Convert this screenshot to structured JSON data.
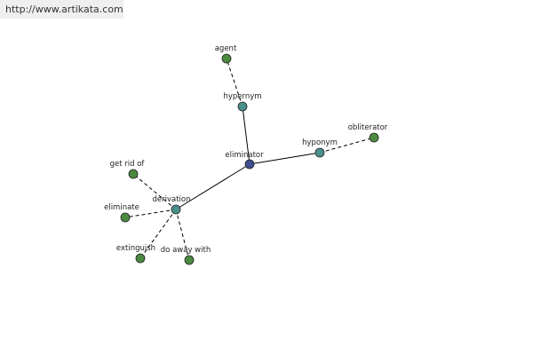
{
  "site_url": "http://www.artikata.com",
  "colors": {
    "center": "#3f4f8f",
    "relation": "#4a8f8a",
    "leaf": "#4b8a3f"
  },
  "nodes": [
    {
      "id": "eliminator",
      "label": "eliminator",
      "kind": "center"
    },
    {
      "id": "hypernym",
      "label": "hypernym",
      "kind": "relation"
    },
    {
      "id": "agent",
      "label": "agent",
      "kind": "leaf"
    },
    {
      "id": "hyponym",
      "label": "hyponym",
      "kind": "relation"
    },
    {
      "id": "obliterator",
      "label": "obliterator",
      "kind": "leaf"
    },
    {
      "id": "derivation",
      "label": "derivation",
      "kind": "relation"
    },
    {
      "id": "get-rid-of",
      "label": "get rid of",
      "kind": "leaf"
    },
    {
      "id": "eliminate",
      "label": "eliminate",
      "kind": "leaf"
    },
    {
      "id": "extinguish",
      "label": "extinguish",
      "kind": "leaf"
    },
    {
      "id": "do-away-with",
      "label": "do away with",
      "kind": "leaf"
    }
  ],
  "edges": [
    {
      "from": "eliminator",
      "to": "hypernym",
      "style": "solid"
    },
    {
      "from": "eliminator",
      "to": "hyponym",
      "style": "solid"
    },
    {
      "from": "eliminator",
      "to": "derivation",
      "style": "solid"
    },
    {
      "from": "hypernym",
      "to": "agent",
      "style": "dashed"
    },
    {
      "from": "hyponym",
      "to": "obliterator",
      "style": "dashed"
    },
    {
      "from": "derivation",
      "to": "get-rid-of",
      "style": "dashed"
    },
    {
      "from": "derivation",
      "to": "eliminate",
      "style": "dashed"
    },
    {
      "from": "derivation",
      "to": "extinguish",
      "style": "dashed"
    },
    {
      "from": "derivation",
      "to": "do-away-with",
      "style": "dashed"
    }
  ]
}
